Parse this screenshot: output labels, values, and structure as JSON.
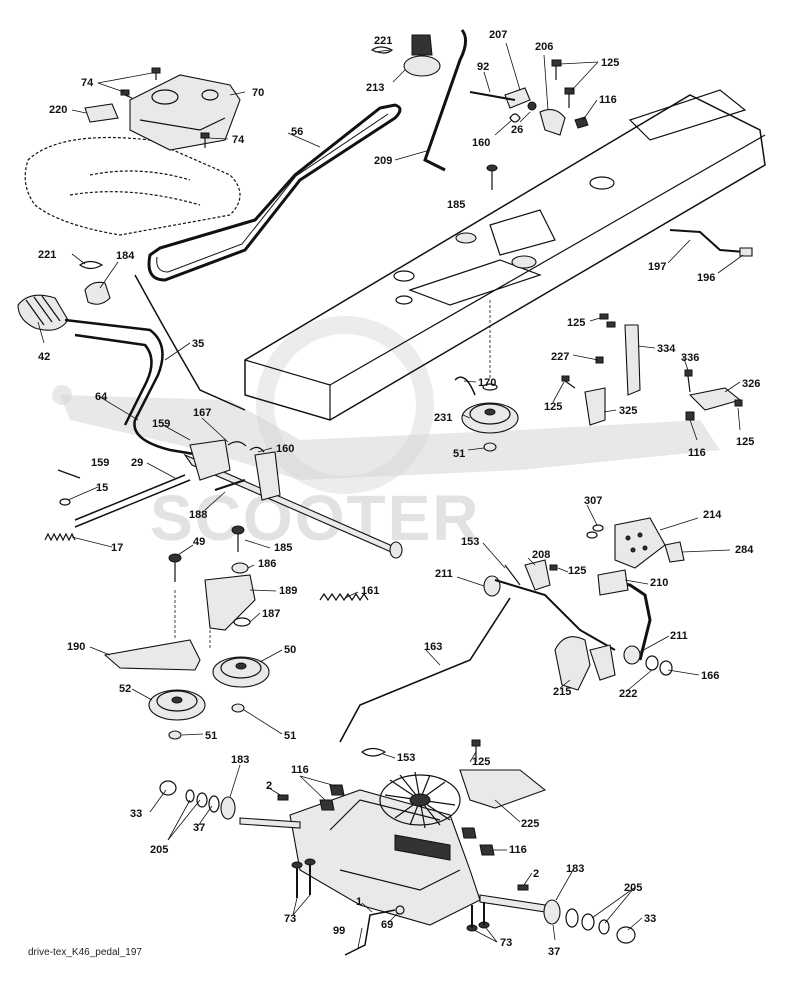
{
  "diagram": {
    "caption": "drive-tex_K46_pedal_197",
    "watermark": "SCOOTER",
    "labels": [
      {
        "id": "l221a",
        "text": "221"
      },
      {
        "id": "l213",
        "text": "213"
      },
      {
        "id": "l74a",
        "text": "74"
      },
      {
        "id": "l70",
        "text": "70"
      },
      {
        "id": "l220",
        "text": "220"
      },
      {
        "id": "l74b",
        "text": "74"
      },
      {
        "id": "l56",
        "text": "56"
      },
      {
        "id": "l209",
        "text": "209"
      },
      {
        "id": "l207",
        "text": "207"
      },
      {
        "id": "l92",
        "text": "92"
      },
      {
        "id": "l206",
        "text": "206"
      },
      {
        "id": "l125a",
        "text": "125"
      },
      {
        "id": "l116a",
        "text": "116"
      },
      {
        "id": "l160a",
        "text": "160"
      },
      {
        "id": "l26",
        "text": "26"
      },
      {
        "id": "l185a",
        "text": "185"
      },
      {
        "id": "l221b",
        "text": "221"
      },
      {
        "id": "l184",
        "text": "184"
      },
      {
        "id": "l42",
        "text": "42"
      },
      {
        "id": "l35",
        "text": "35"
      },
      {
        "id": "l197",
        "text": "197"
      },
      {
        "id": "l196",
        "text": "196"
      },
      {
        "id": "l125b",
        "text": "125"
      },
      {
        "id": "l334",
        "text": "334"
      },
      {
        "id": "l227",
        "text": "227"
      },
      {
        "id": "l336",
        "text": "336"
      },
      {
        "id": "l326",
        "text": "326"
      },
      {
        "id": "l170",
        "text": "170"
      },
      {
        "id": "l125c",
        "text": "125"
      },
      {
        "id": "l325",
        "text": "325"
      },
      {
        "id": "l125d",
        "text": "125"
      },
      {
        "id": "l231",
        "text": "231"
      },
      {
        "id": "l116b",
        "text": "116"
      },
      {
        "id": "l51a",
        "text": "51"
      },
      {
        "id": "l64",
        "text": "64"
      },
      {
        "id": "l159a",
        "text": "159"
      },
      {
        "id": "l167",
        "text": "167"
      },
      {
        "id": "l160b",
        "text": "160"
      },
      {
        "id": "l29",
        "text": "29"
      },
      {
        "id": "l159b",
        "text": "159"
      },
      {
        "id": "l15",
        "text": "15"
      },
      {
        "id": "l188",
        "text": "188"
      },
      {
        "id": "l17",
        "text": "17"
      },
      {
        "id": "l307",
        "text": "307"
      },
      {
        "id": "l214",
        "text": "214"
      },
      {
        "id": "l284",
        "text": "284"
      },
      {
        "id": "l49",
        "text": "49"
      },
      {
        "id": "l185b",
        "text": "185"
      },
      {
        "id": "l186",
        "text": "186"
      },
      {
        "id": "l153a",
        "text": "153"
      },
      {
        "id": "l208",
        "text": "208"
      },
      {
        "id": "l211a",
        "text": "211"
      },
      {
        "id": "l125e",
        "text": "125"
      },
      {
        "id": "l210",
        "text": "210"
      },
      {
        "id": "l189",
        "text": "189"
      },
      {
        "id": "l161",
        "text": "161"
      },
      {
        "id": "l187",
        "text": "187"
      },
      {
        "id": "l163",
        "text": "163"
      },
      {
        "id": "l211b",
        "text": "211"
      },
      {
        "id": "l190",
        "text": "190"
      },
      {
        "id": "l50",
        "text": "50"
      },
      {
        "id": "l215",
        "text": "215"
      },
      {
        "id": "l222",
        "text": "222"
      },
      {
        "id": "l166",
        "text": "166"
      },
      {
        "id": "l52",
        "text": "52"
      },
      {
        "id": "l51b",
        "text": "51"
      },
      {
        "id": "l51c",
        "text": "51"
      },
      {
        "id": "l153b",
        "text": "153"
      },
      {
        "id": "l125f",
        "text": "125"
      },
      {
        "id": "l183a",
        "text": "183"
      },
      {
        "id": "l116c",
        "text": "116"
      },
      {
        "id": "l2a",
        "text": "2"
      },
      {
        "id": "l33a",
        "text": "33"
      },
      {
        "id": "l225",
        "text": "225"
      },
      {
        "id": "l205a",
        "text": "205"
      },
      {
        "id": "l37a",
        "text": "37"
      },
      {
        "id": "l116d",
        "text": "116"
      },
      {
        "id": "l2b",
        "text": "2"
      },
      {
        "id": "l183b",
        "text": "183"
      },
      {
        "id": "l205b",
        "text": "205"
      },
      {
        "id": "l73a",
        "text": "73"
      },
      {
        "id": "l1",
        "text": "1"
      },
      {
        "id": "l33b",
        "text": "33"
      },
      {
        "id": "l99",
        "text": "99"
      },
      {
        "id": "l69",
        "text": "69"
      },
      {
        "id": "l73b",
        "text": "73"
      },
      {
        "id": "l37b",
        "text": "37"
      }
    ]
  }
}
